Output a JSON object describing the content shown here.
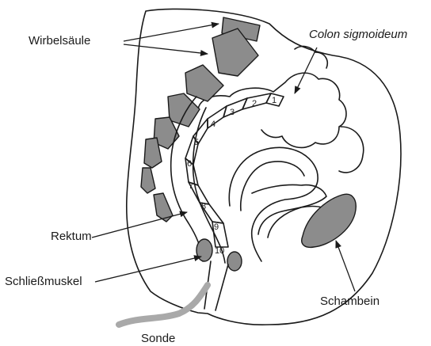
{
  "labels": {
    "wirbelsaeule": "Wirbelsäule",
    "colon": "Colon sigmoideum",
    "rektum": "Rektum",
    "schliessmuskel": "Schließmuskel",
    "schambein": "Schambein",
    "sonde": "Sonde"
  },
  "segments": [
    "1",
    "2",
    "3",
    "4",
    "5",
    "6",
    "7",
    "8",
    "9",
    "10"
  ],
  "colors": {
    "bone_fill": "#8c8c8c",
    "probe": "#a9a9a9",
    "line": "#1a1a1a"
  }
}
